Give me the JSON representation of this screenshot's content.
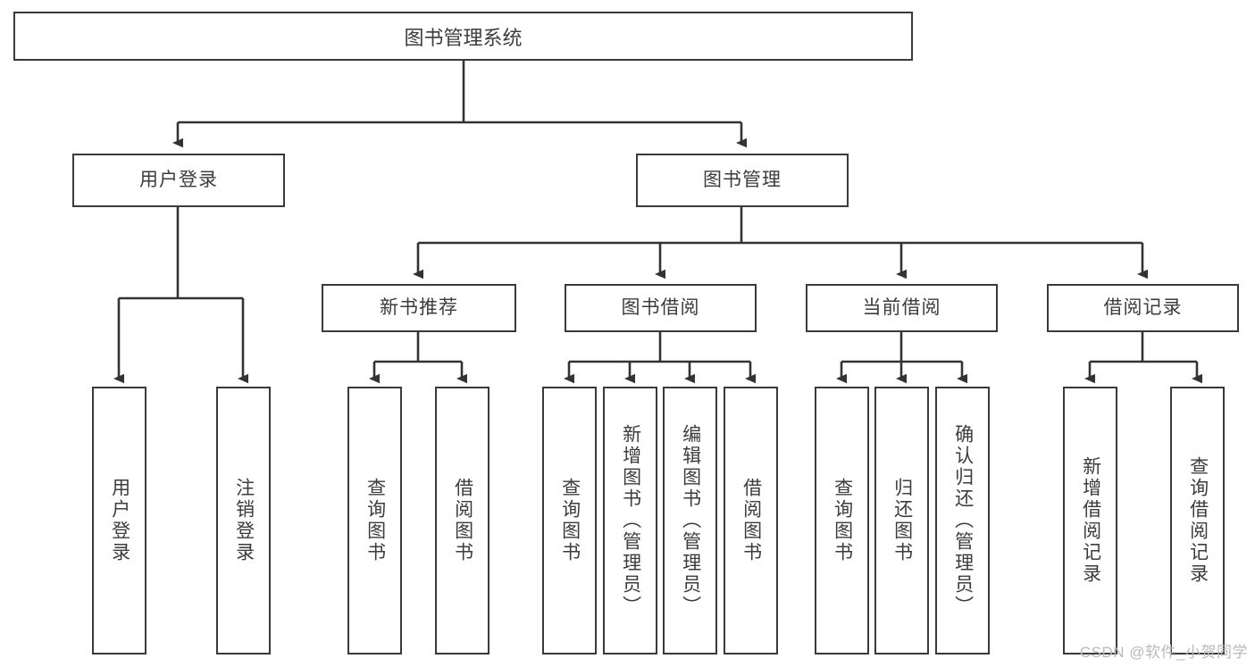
{
  "diagram": {
    "title": "图书管理系统",
    "watermark": "CSDN @软件_小贺同学",
    "colors": {
      "box_border": "#3a3a3a",
      "box_fill": "#ffffff",
      "text": "#3c3c3c",
      "connector": "#333333",
      "watermark": "#b9b9b9",
      "background": "#ffffff"
    },
    "levels": {
      "root": {
        "label": "图书管理系统"
      },
      "level2": [
        {
          "label": "用户登录"
        },
        {
          "label": "图书管理"
        }
      ],
      "level3": [
        {
          "label": "新书推荐"
        },
        {
          "label": "图书借阅"
        },
        {
          "label": "当前借阅"
        },
        {
          "label": "借阅记录"
        }
      ],
      "leaves": {
        "user_login": [
          {
            "label": "用户登录"
          },
          {
            "label": "注销登录"
          }
        ],
        "new_book_recommend": [
          {
            "label": "查询图书"
          },
          {
            "label": "借阅图书"
          }
        ],
        "book_borrow": [
          {
            "label": "查询图书"
          },
          {
            "label": "新增图书（管理员）"
          },
          {
            "label": "编辑图书（管理员）"
          },
          {
            "label": "借阅图书"
          }
        ],
        "current_borrow": [
          {
            "label": "查询图书"
          },
          {
            "label": "归还图书"
          },
          {
            "label": "确认归还（管理员）"
          }
        ],
        "borrow_record": [
          {
            "label": "新增借阅记录"
          },
          {
            "label": "查询借阅记录"
          }
        ]
      }
    }
  }
}
